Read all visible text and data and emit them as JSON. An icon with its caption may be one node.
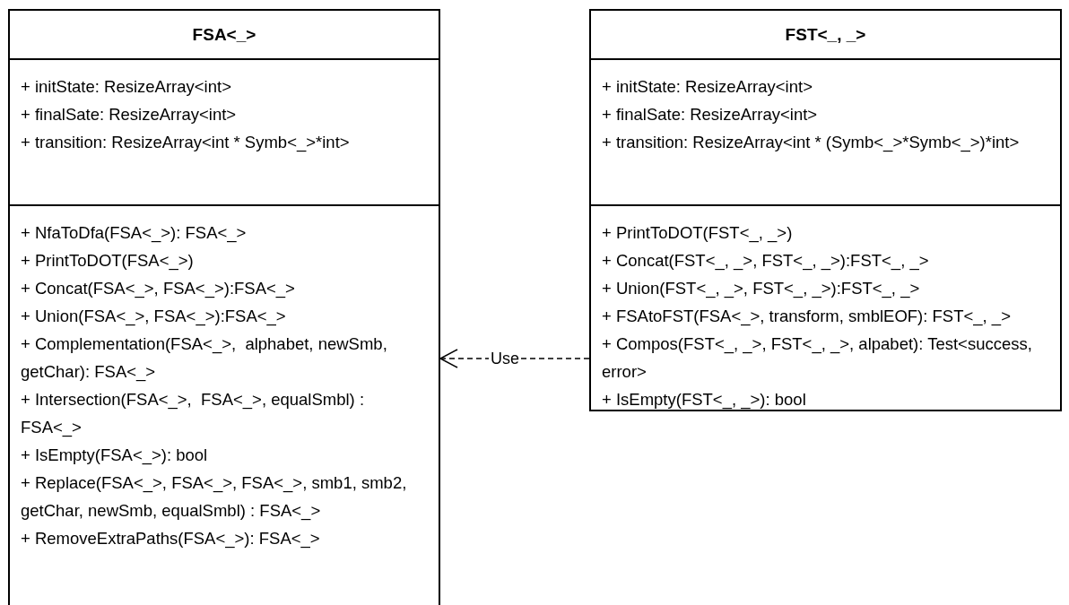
{
  "diagram": {
    "nodes": [
      {
        "text": [
          "FSA<_>"
        ]
      },
      {
        "text": [
          "+ initState: ResizeArray<int>",
          "+ finalSate: ResizeArray<int>",
          "+ transition: ResizeArray<int * Symb<_>*int>"
        ],
        "in": 0
      },
      {
        "text": [
          "+ NfaToDfa(FSA<_>): FSA<_>",
          "+ PrintToDOT(FSA<_>)",
          "+ Concat(FSA<_>, FSA<_>):FSA<_>",
          "+ Union(FSA<_>, FSA<_>):FSA<_>",
          "+ Complementation(FSA<_>,  alphabet, newSmb,  getChar): FSA<_>",
          "+ Intersection(FSA<_>,  FSA<_>, equalSmbl) : FSA<_>",
          "+ IsEmpty(FSA<_>): bool",
          "+ Replace(FSA<_>, FSA<_>, FSA<_>, smb1, smb2, getChar, newSmb, equalSmbl) : FSA<_>",
          "+ RemoveExtraPaths(FSA<_>): FSA<_>"
        ],
        "in": 0
      },
      {
        "text": [
          "FST<_, _>"
        ]
      },
      {
        "text": [
          "+ initState: ResizeArray<int>",
          "+ finalSate: ResizeArray<int>",
          "+ transition: ResizeArray<int * (Symb<_>*Symb<_>)*int>"
        ],
        "in": 3
      },
      {
        "text": [
          "+ PrintToDOT(FST<_, _>)",
          "+ Concat(FST<_, _>, FST<_, _>):FST<_, _>",
          "+ Union(FST<_, _>, FST<_, _>):FST<_, _>",
          "+ FSAtoFST(FSA<_>, transform, smblEOF): FST<_, _>",
          "+ Compos(FST<_, _>, FST<_, _>, alpabet): Test<success, error>",
          "+ IsEmpty(FST<_, _>): bool"
        ],
        "in": 3
      }
    ],
    "edges": [
      {
        "from": 3,
        "to": 0,
        "arrow": "to",
        "style": "dashed",
        "label": "Use"
      }
    ]
  }
}
